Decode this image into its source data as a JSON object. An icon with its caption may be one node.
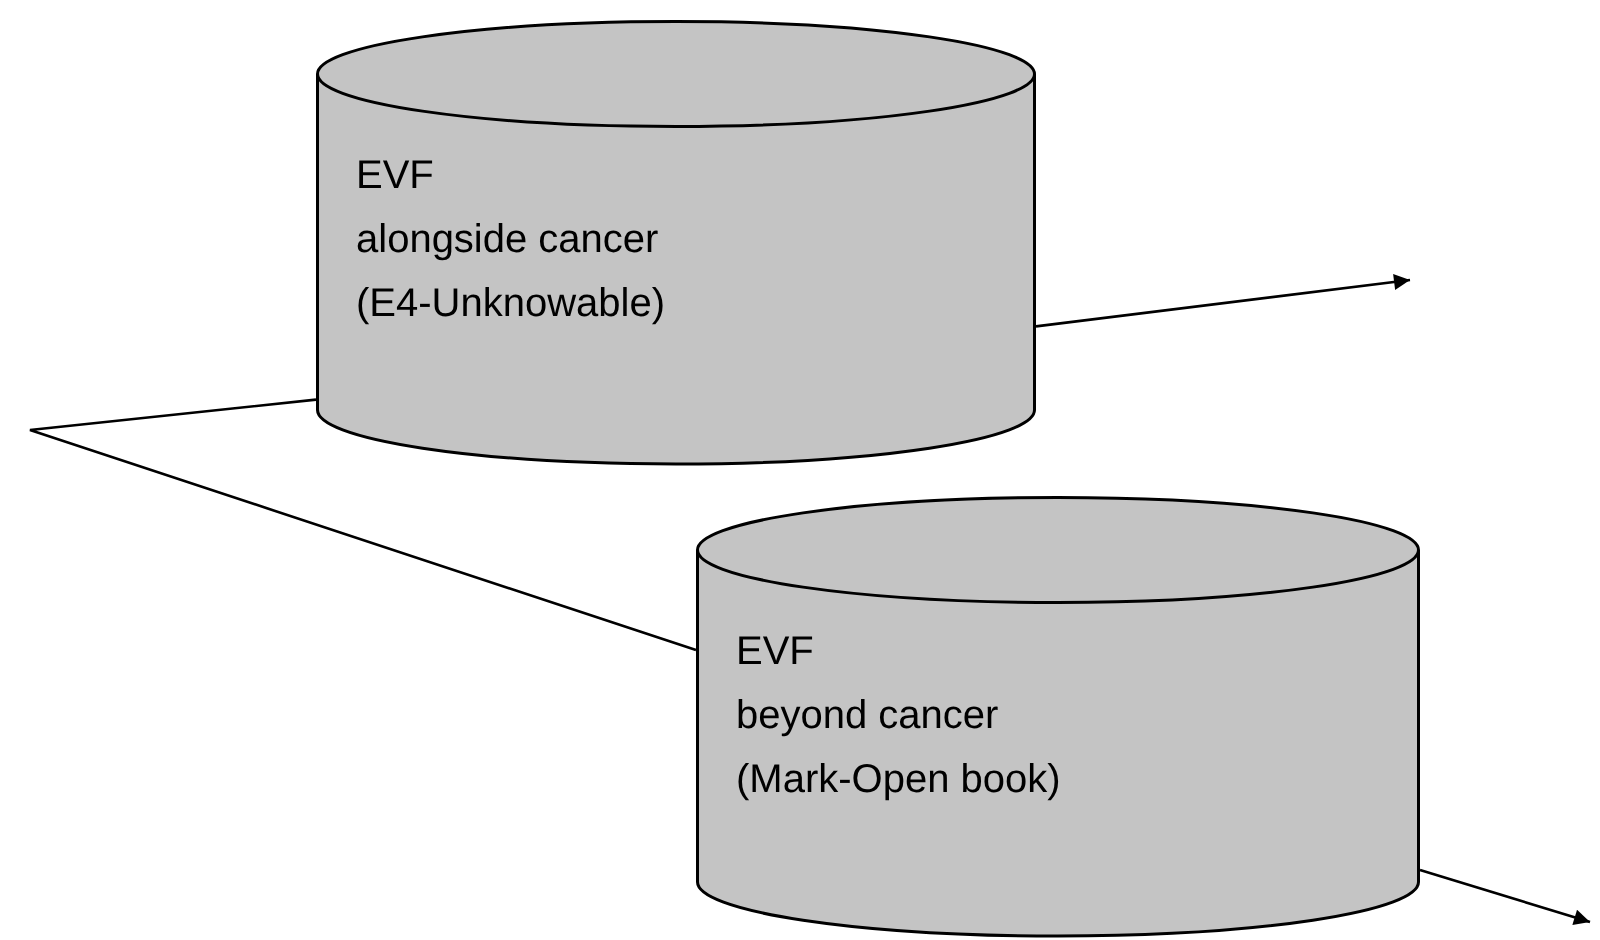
{
  "diagram": {
    "nodes": [
      {
        "text": [
          "EVF",
          "alongside cancer (E4-Unknowable)"
        ]
      },
      {
        "text": [
          "EVF",
          "beyond cancer (Mark-Open book)"
        ]
      }
    ],
    "edges": [
      {
        "from": 0,
        "to": 1,
        "arrow": "none"
      },
      {
        "from": 0,
        "to": null,
        "arrow": "to"
      },
      {
        "from": 1,
        "to": null,
        "arrow": "to"
      }
    ]
  }
}
